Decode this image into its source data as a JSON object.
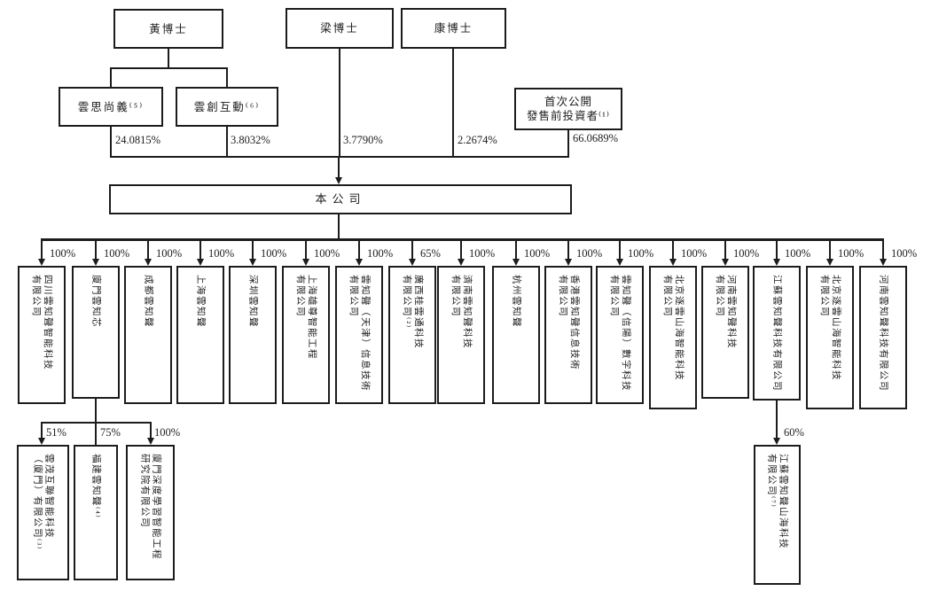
{
  "diagram_title": "shareholding-structure",
  "colors": {
    "line": "#1c1c1c",
    "background": "#ffffff"
  },
  "shareholders": [
    {
      "name": "黃博士"
    },
    {
      "name": "梁博士"
    },
    {
      "name": "康博士"
    }
  ],
  "holding_vehicles": [
    {
      "name": "雲思尚義⁽⁵⁾",
      "percent": "24.0815%"
    },
    {
      "name": "雲創互動⁽⁶⁾",
      "percent": "3.8032%"
    }
  ],
  "direct_stakes": {
    "liang_percent": "3.7790%",
    "kang_percent": "2.2674%"
  },
  "pre_ipo_investors": {
    "name": "首次公開\n發售前投資者⁽¹⁾",
    "percent": "66.0689%"
  },
  "company": {
    "name": "本公司"
  },
  "subsidiaries": [
    {
      "name": "四川雲知聲智能科技\n有限公司",
      "percent": "100%"
    },
    {
      "name": "廈門雲知芯",
      "percent": "100%"
    },
    {
      "name": "成都雲知聲",
      "percent": "100%"
    },
    {
      "name": "上海雲知聲",
      "percent": "100%"
    },
    {
      "name": "深圳雲知聲",
      "percent": "100%"
    },
    {
      "name": "上海雄尊智能工程\n有限公司",
      "percent": "100%"
    },
    {
      "name": "雲知聲（天津）信息技術\n有限公司",
      "percent": "100%"
    },
    {
      "name": "廣西桂雲通科技\n有限公司⁽²⁾",
      "percent": "65%"
    },
    {
      "name": "濟南雲知聲科技\n有限公司",
      "percent": "100%"
    },
    {
      "name": "杭州雲知聲",
      "percent": "100%"
    },
    {
      "name": "香港雲知聲信息技術\n有限公司",
      "percent": "100%"
    },
    {
      "name": "雲知聲（信陽）數字科技\n有限公司",
      "percent": "100%"
    },
    {
      "name": "北京逐雲山海智能科技\n有限公司",
      "percent": "100%"
    },
    {
      "name": "河南雲知聲科技\n有限公司",
      "percent": "100%"
    },
    {
      "name": "江蘇雲知聲科技有限公司",
      "percent": "100%"
    },
    {
      "name": "北京逐雲山海智能科技\n有限公司",
      "percent": "100%"
    },
    {
      "name": "河南雲知聲科技有限公司",
      "percent": "100%"
    }
  ],
  "xiamen_children": [
    {
      "name": "雲茂互聯智能科技\n（廈門）有限公司⁽³⁾",
      "percent": "51%"
    },
    {
      "name": "福建雲知聲⁽⁴⁾",
      "percent": "75%"
    },
    {
      "name": "廈門深度學習智能工程\n研究院有限公司",
      "percent": "100%"
    }
  ],
  "jiangsu_child": {
    "name": "江蘇雲知聲山海科技\n有限公司⁽⁷⁾",
    "percent": "60%"
  }
}
